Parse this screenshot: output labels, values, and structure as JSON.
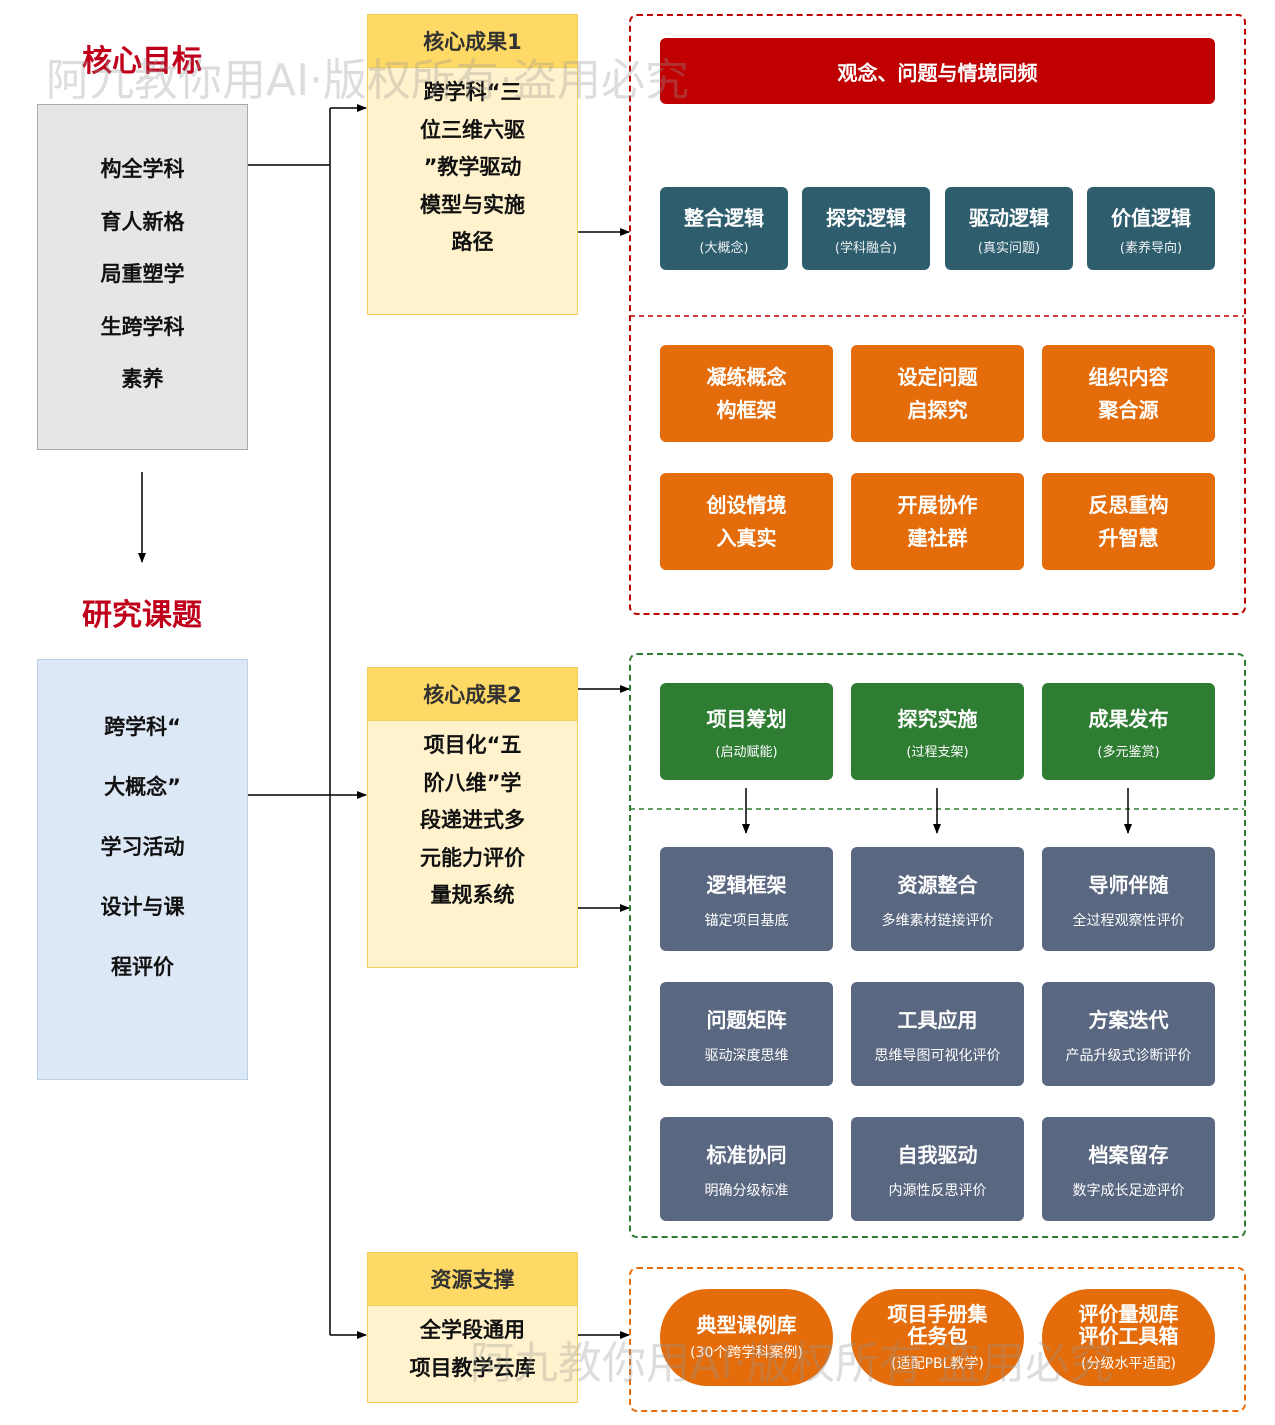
{
  "core_goal": {
    "title": "核心目标",
    "lines": [
      "构全学科",
      "育人新格",
      "局重塑学",
      "生跨学科",
      "素养"
    ]
  },
  "research_topic": {
    "title": "研究课题",
    "lines": [
      "跨学科“",
      "大概念”",
      "学习活动",
      "设计与课",
      "程评价"
    ]
  },
  "achievement1": {
    "head": "核心成果1",
    "lines": [
      "跨学科“三",
      "位三维六驱",
      "”教学驱动",
      "模型与实施",
      "路径"
    ]
  },
  "achievement2": {
    "head": "核心成果2",
    "lines": [
      "项目化“五",
      "阶八维”学",
      "段递进式多",
      "元能力评价",
      "量规系统"
    ]
  },
  "resources": {
    "head": "资源支撑",
    "lines": [
      "全学段通用",
      "项目教学云库"
    ]
  },
  "group1": {
    "banner": "观念、问题与情境同频",
    "logic": [
      {
        "title": "整合逻辑",
        "sub": "(大概念)"
      },
      {
        "title": "探究逻辑",
        "sub": "(学科融合)"
      },
      {
        "title": "驱动逻辑",
        "sub": "(真实问题)"
      },
      {
        "title": "价值逻辑",
        "sub": "(素养导向)"
      }
    ],
    "drivers": [
      {
        "l1": "凝练概念",
        "l2": "构框架"
      },
      {
        "l1": "设定问题",
        "l2": "启探究"
      },
      {
        "l1": "组织内容",
        "l2": "聚合源"
      },
      {
        "l1": "创设情境",
        "l2": "入真实"
      },
      {
        "l1": "开展协作",
        "l2": "建社群"
      },
      {
        "l1": "反思重构",
        "l2": "升智慧"
      }
    ]
  },
  "group2": {
    "stages": [
      {
        "title": "项目筹划",
        "sub": "(启动赋能)"
      },
      {
        "title": "探究实施",
        "sub": "(过程支架)"
      },
      {
        "title": "成果发布",
        "sub": "(多元鉴赏)"
      }
    ],
    "dimensions": [
      {
        "title": "逻辑框架",
        "sub": "锚定项目基底"
      },
      {
        "title": "资源整合",
        "sub": "多维素材链接评价"
      },
      {
        "title": "导师伴随",
        "sub": "全过程观察性评价"
      },
      {
        "title": "问题矩阵",
        "sub": "驱动深度思维"
      },
      {
        "title": "工具应用",
        "sub": "思维导图可视化评价"
      },
      {
        "title": "方案迭代",
        "sub": "产品升级式诊断评价"
      },
      {
        "title": "标准协同",
        "sub": "明确分级标准"
      },
      {
        "title": "自我驱动",
        "sub": "内源性反思评价"
      },
      {
        "title": "档案留存",
        "sub": "数字成长足迹评价"
      }
    ]
  },
  "group3": {
    "items": [
      {
        "title": "典型课例库",
        "sub": "(30个跨学科案例)"
      },
      {
        "title": "项目手册集\n任务包",
        "sub": "(适配PBL教学)"
      },
      {
        "title": "评价量规库\n评价工具箱",
        "sub": "(分级水平适配)"
      }
    ]
  },
  "watermark": "阿九教你用AI·版权所有·盗用必究",
  "colors": {
    "title_red": "#c0001a",
    "banner_red": "#c00000",
    "teal": "#2e5d6e",
    "orange": "#e46c0a",
    "green": "#2e7d32",
    "slate": "#5a6781",
    "achievement_fill": "#fff2cc",
    "achievement_head": "#ffd966"
  }
}
